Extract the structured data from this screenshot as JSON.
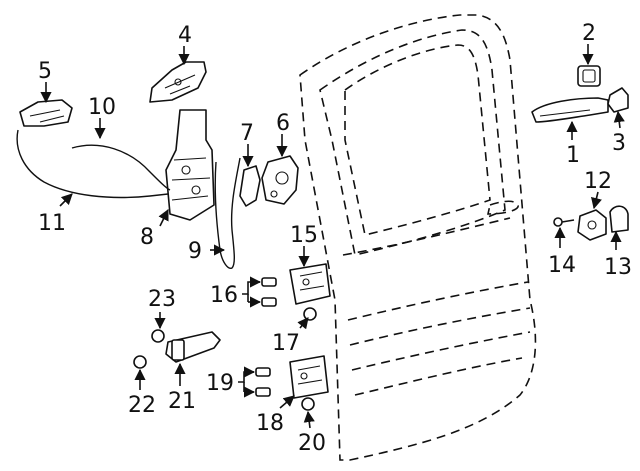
{
  "callouts": {
    "c1": "1",
    "c2": "2",
    "c3": "3",
    "c4": "4",
    "c5": "5",
    "c6": "6",
    "c7": "7",
    "c8": "8",
    "c9": "9",
    "c10": "10",
    "c11": "11",
    "c12": "12",
    "c13": "13",
    "c14": "14",
    "c15": "15",
    "c16": "16",
    "c17": "17",
    "c18": "18",
    "c19": "19",
    "c20": "20",
    "c21": "21",
    "c22": "22",
    "c23": "23"
  },
  "colors": {
    "line": "#111111",
    "background": "#ffffff"
  }
}
